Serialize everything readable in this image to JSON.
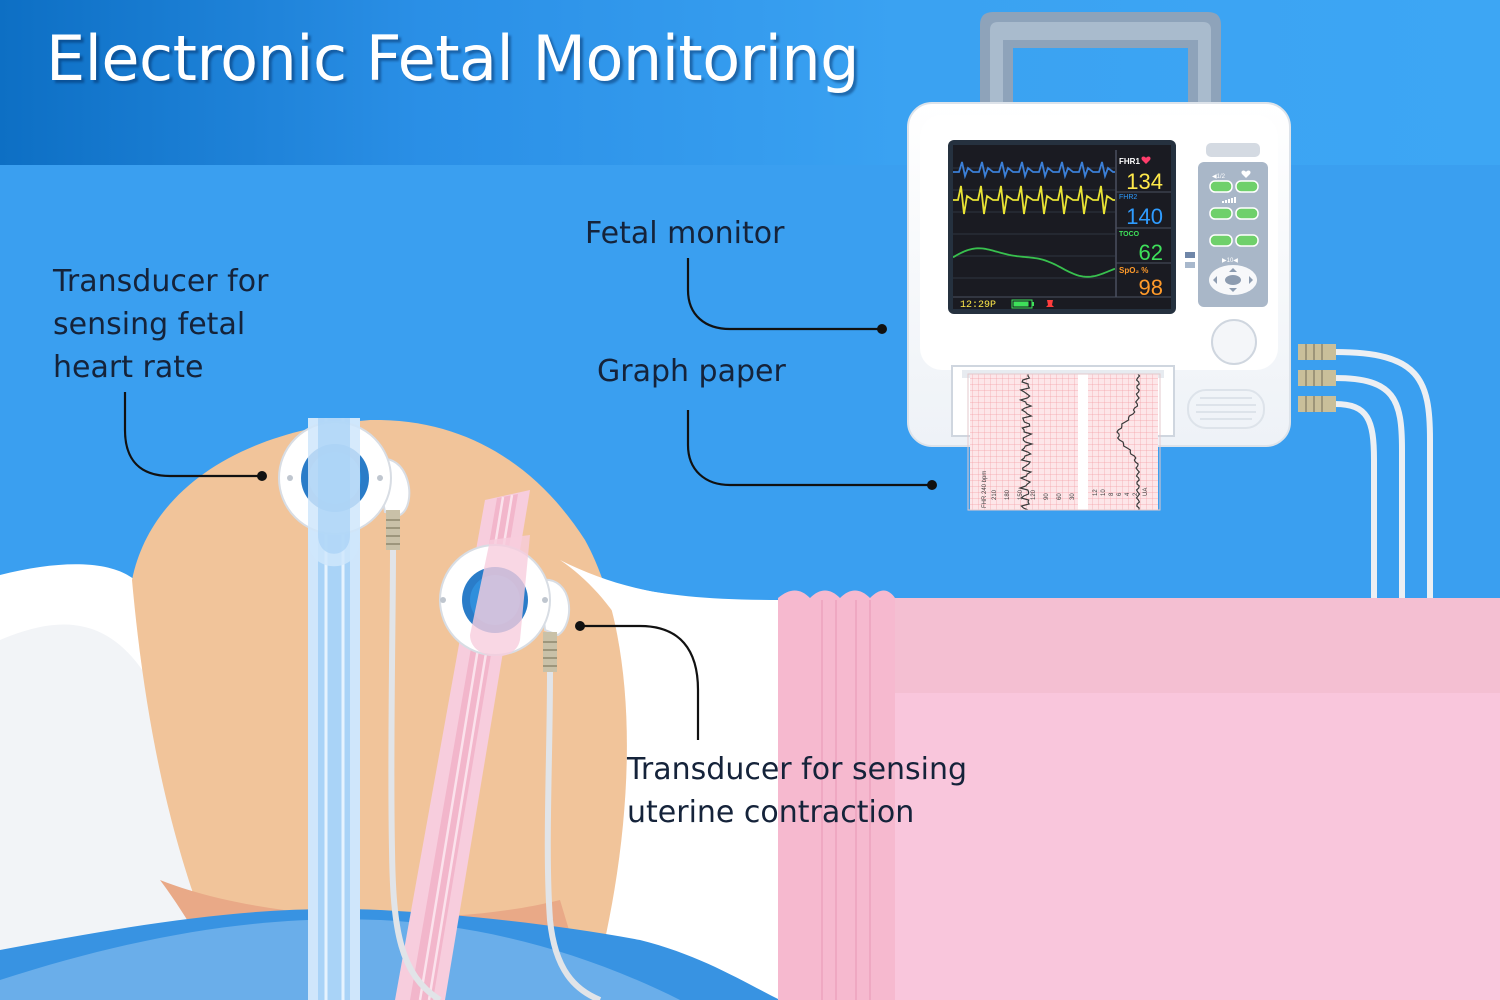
{
  "title": "Electronic Fetal Monitoring",
  "labels": {
    "fetal_monitor": "Fetal monitor",
    "graph_paper": "Graph paper",
    "fhr_transducer": [
      "Transducer for",
      "sensing fetal",
      "heart rate"
    ],
    "uterine_transducer": [
      "Transducer for sensing",
      "uterine contraction"
    ]
  },
  "monitor_screen": {
    "fhr1_label": "FHR1",
    "fhr1_value": "134",
    "fhr2_label": "FHR2",
    "fhr2_value": "140",
    "toco_label": "TOCO",
    "toco_value": "62",
    "spo2_label": "SpO₂ %",
    "spo2_value": "98",
    "time": "12:29P"
  },
  "control_panel": {
    "volume_label": "◀1/2",
    "timer_label": "▶10◀"
  },
  "graph_paper": {
    "fhr_scale_label": "FHR 240 bpm",
    "fhr_ticks": [
      "210",
      "180",
      "150",
      "120",
      "90",
      "60",
      "30"
    ],
    "ua_scale_label": "UA",
    "ua_ticks": [
      "12",
      "10",
      "8",
      "6",
      "4",
      "2"
    ]
  },
  "colors": {
    "background": "#3a9ff0",
    "fhr1_value": "#ffe94a",
    "fhr2_value": "#2f9cff",
    "toco_value": "#3ee05a",
    "spo2_value": "#ff9a2a",
    "skin": "#f1c49a",
    "blanket": "#f9c6dc"
  }
}
